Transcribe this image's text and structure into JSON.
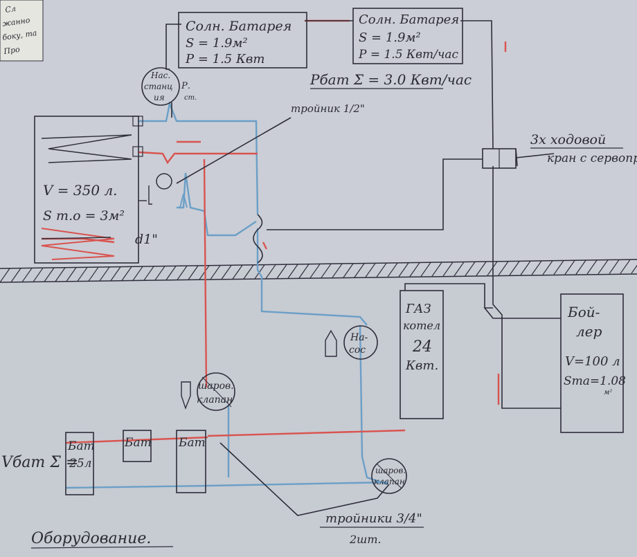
{
  "margin_text": [
    "Сл",
    "жанно",
    "боку, та",
    "Про"
  ],
  "solar1": {
    "title": "Солн. Батарея",
    "area": "S = 1.9м²",
    "power": "P = 1.5 Квт"
  },
  "solar2": {
    "title": "Солн. Батарея",
    "area": "S = 1.9м²",
    "power": "P = 1.5 Квт/час"
  },
  "solar_total": "Рбат Σ = 3.0 Квт/час",
  "pump_station": {
    "line1": "Нас.",
    "line2": "станц",
    "line3": "ия",
    "suffix": "Р.",
    "suffix2": "ст."
  },
  "tee_label": "тройник 1/2\"",
  "three_way_valve": {
    "line1": "3x ходовой",
    "line2": "кран с сервоприводом"
  },
  "tank": {
    "volume": "V = 350 л.",
    "area": "S т.о = 3м²",
    "pipe": "d1\""
  },
  "gas_boiler": {
    "line1": "ГАЗ",
    "line2": "котел",
    "line3": "24",
    "line4": "Квт."
  },
  "pump": {
    "line1": "На-",
    "line2": "сос"
  },
  "ball_valve_top": {
    "line1": "шаров.",
    "line2": "клапан"
  },
  "ball_valve_bottom": {
    "line1": "шаров.",
    "line2": "клапан"
  },
  "boiler": {
    "line1": "Бой-",
    "line2": "лер",
    "volume": "V=100 л",
    "area": "Sта=1.08",
    "unit": "м²"
  },
  "batteries": {
    "labels": [
      "Бат",
      "Бат",
      "Бат"
    ],
    "first_value": "25л"
  },
  "battery_total": "Vбат Σ =",
  "tees_bottom": {
    "line1": "тройники 3/4\"",
    "line2": "2шт."
  },
  "footer": "Оборудование."
}
